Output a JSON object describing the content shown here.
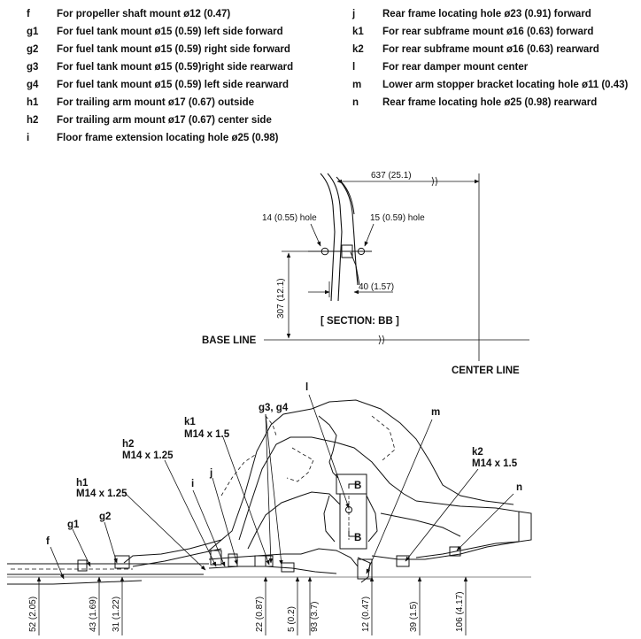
{
  "legend_left": [
    {
      "code": "f",
      "desc": "For propeller shaft mount ø12 (0.47)"
    },
    {
      "code": "g1",
      "desc": "For fuel tank mount ø15 (0.59) left side forward"
    },
    {
      "code": "g2",
      "desc": "For fuel tank mount ø15 (0.59) right side forward"
    },
    {
      "code": "g3",
      "desc": "For fuel tank mount ø15 (0.59)right side rearward"
    },
    {
      "code": "g4",
      "desc": "For fuel tank mount ø15 (0.59) left side rearward"
    },
    {
      "code": "h1",
      "desc": "For trailing arm mount ø17 (0.67) outside"
    },
    {
      "code": "h2",
      "desc": "For trailing arm mount ø17 (0.67) center side"
    },
    {
      "code": "i",
      "desc": "Floor frame extension locating hole ø25 (0.98)"
    }
  ],
  "legend_right": [
    {
      "code": "j",
      "desc": "Rear frame locating hole ø23 (0.91) forward"
    },
    {
      "code": "k1",
      "desc": "For rear subframe mount ø16 (0.63) forward"
    },
    {
      "code": "k2",
      "desc": "For rear subframe mount ø16 (0.63) rearward"
    },
    {
      "code": "l",
      "desc": "For rear damper mount center"
    },
    {
      "code": "m",
      "desc": "Lower arm stopper bracket locating hole ø11 (0.43)"
    },
    {
      "code": "n",
      "desc": "Rear frame locating hole ø25 (0.98) rearward"
    }
  ],
  "section": {
    "dim_width": "637 (25.1)",
    "hole_14": "14 (0.55) hole",
    "hole_15": "15 (0.59) hole",
    "dim_40": "40 (1.57)",
    "dim_height": "307 (12.1)",
    "title": "[ SECTION: BB ]",
    "base_line": "BASE LINE",
    "center_line": "CENTER LINE"
  },
  "callouts": {
    "f": "f",
    "g1": "g1",
    "g2": "g2",
    "h1": "h1",
    "h1_thread": "M14 x 1.25",
    "h2": "h2",
    "h2_thread": "M14 x 1.25",
    "i": "i",
    "j": "j",
    "k1": "k1",
    "k1_thread": "M14 x 1.5",
    "g34": "g3, g4",
    "l": "l",
    "m": "m",
    "k2": "k2",
    "k2_thread": "M14 x 1.5",
    "n": "n",
    "section_b_top": "B",
    "section_b_bottom": "B"
  },
  "dimensions": [
    "52 (2.05)",
    "43 (1.69)",
    "31 (1.22)",
    "22 (0.87)",
    "5 (0.2)",
    "93 (3.7)",
    "12 (0.47)",
    "39 (1.5)",
    "106 (4.17)"
  ]
}
